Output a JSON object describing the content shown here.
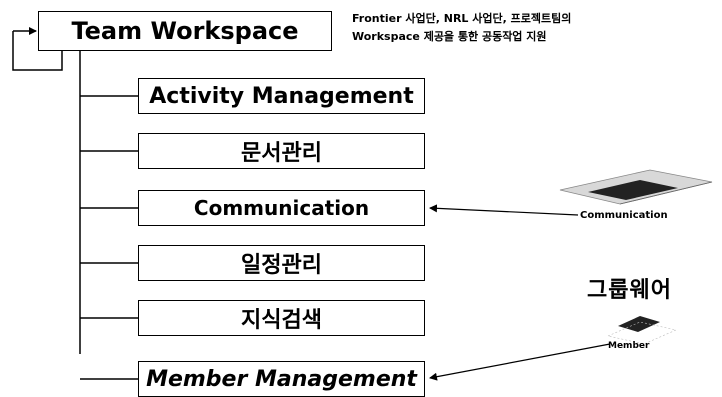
{
  "root": {
    "label": "Team Workspace"
  },
  "note": {
    "line1": "Frontier 사업단, NRL 사업단, 프로젝트팀의",
    "line2": "Workspace 제공을 통한 공동작업 지원"
  },
  "items": [
    {
      "label": "Activity Management"
    },
    {
      "label": "문서관리"
    },
    {
      "label": "Communication"
    },
    {
      "label": "일정관리"
    },
    {
      "label": "지식검색"
    },
    {
      "label": "Member Management"
    }
  ],
  "side": {
    "communication": "Communication",
    "groupware": "그룹웨어",
    "member": "Member"
  },
  "colors": {
    "line": "#000000",
    "box_border": "#000000",
    "device": "#222222",
    "device_light": "#d8d8d8"
  }
}
